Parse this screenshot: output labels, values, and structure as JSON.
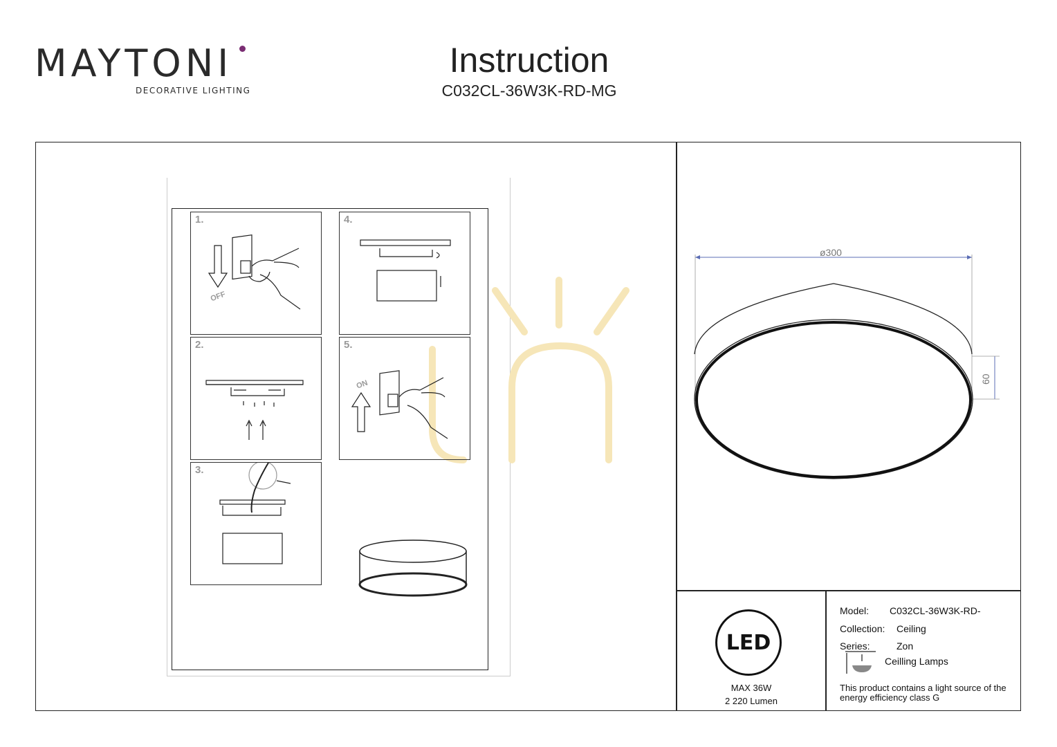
{
  "brand": {
    "name": "MAYTONI",
    "tagline": "DECORATIVE LIGHTING"
  },
  "header": {
    "title": "Instruction",
    "model_code": "C032CL-36W3K-RD-MG"
  },
  "steps": [
    {
      "num": "1.",
      "switch_label": "OFF"
    },
    {
      "num": "2."
    },
    {
      "num": "3."
    },
    {
      "num": "4."
    },
    {
      "num": "5.",
      "switch_label": "ON"
    }
  ],
  "drawing": {
    "diameter_label": "ø300",
    "height_label": "60"
  },
  "led": {
    "badge": "LED",
    "max_power": "MAX 36W",
    "lumen": "2 220 Lumen"
  },
  "specs": {
    "model_label": "Model:",
    "model_value": "C032CL-36W3K-RD-",
    "collection_label": "Collection:",
    "collection_value": "Ceiling",
    "series_label": "Series:",
    "series_value": "Zon",
    "category": "Ceilling Lamps"
  },
  "energy_note": "This product contains a light source of the energy efficiency class G",
  "colors": {
    "logo_accent": "#7a2d73",
    "watermark": "#f6e6b8",
    "dimension_line": "#5b6db5"
  }
}
